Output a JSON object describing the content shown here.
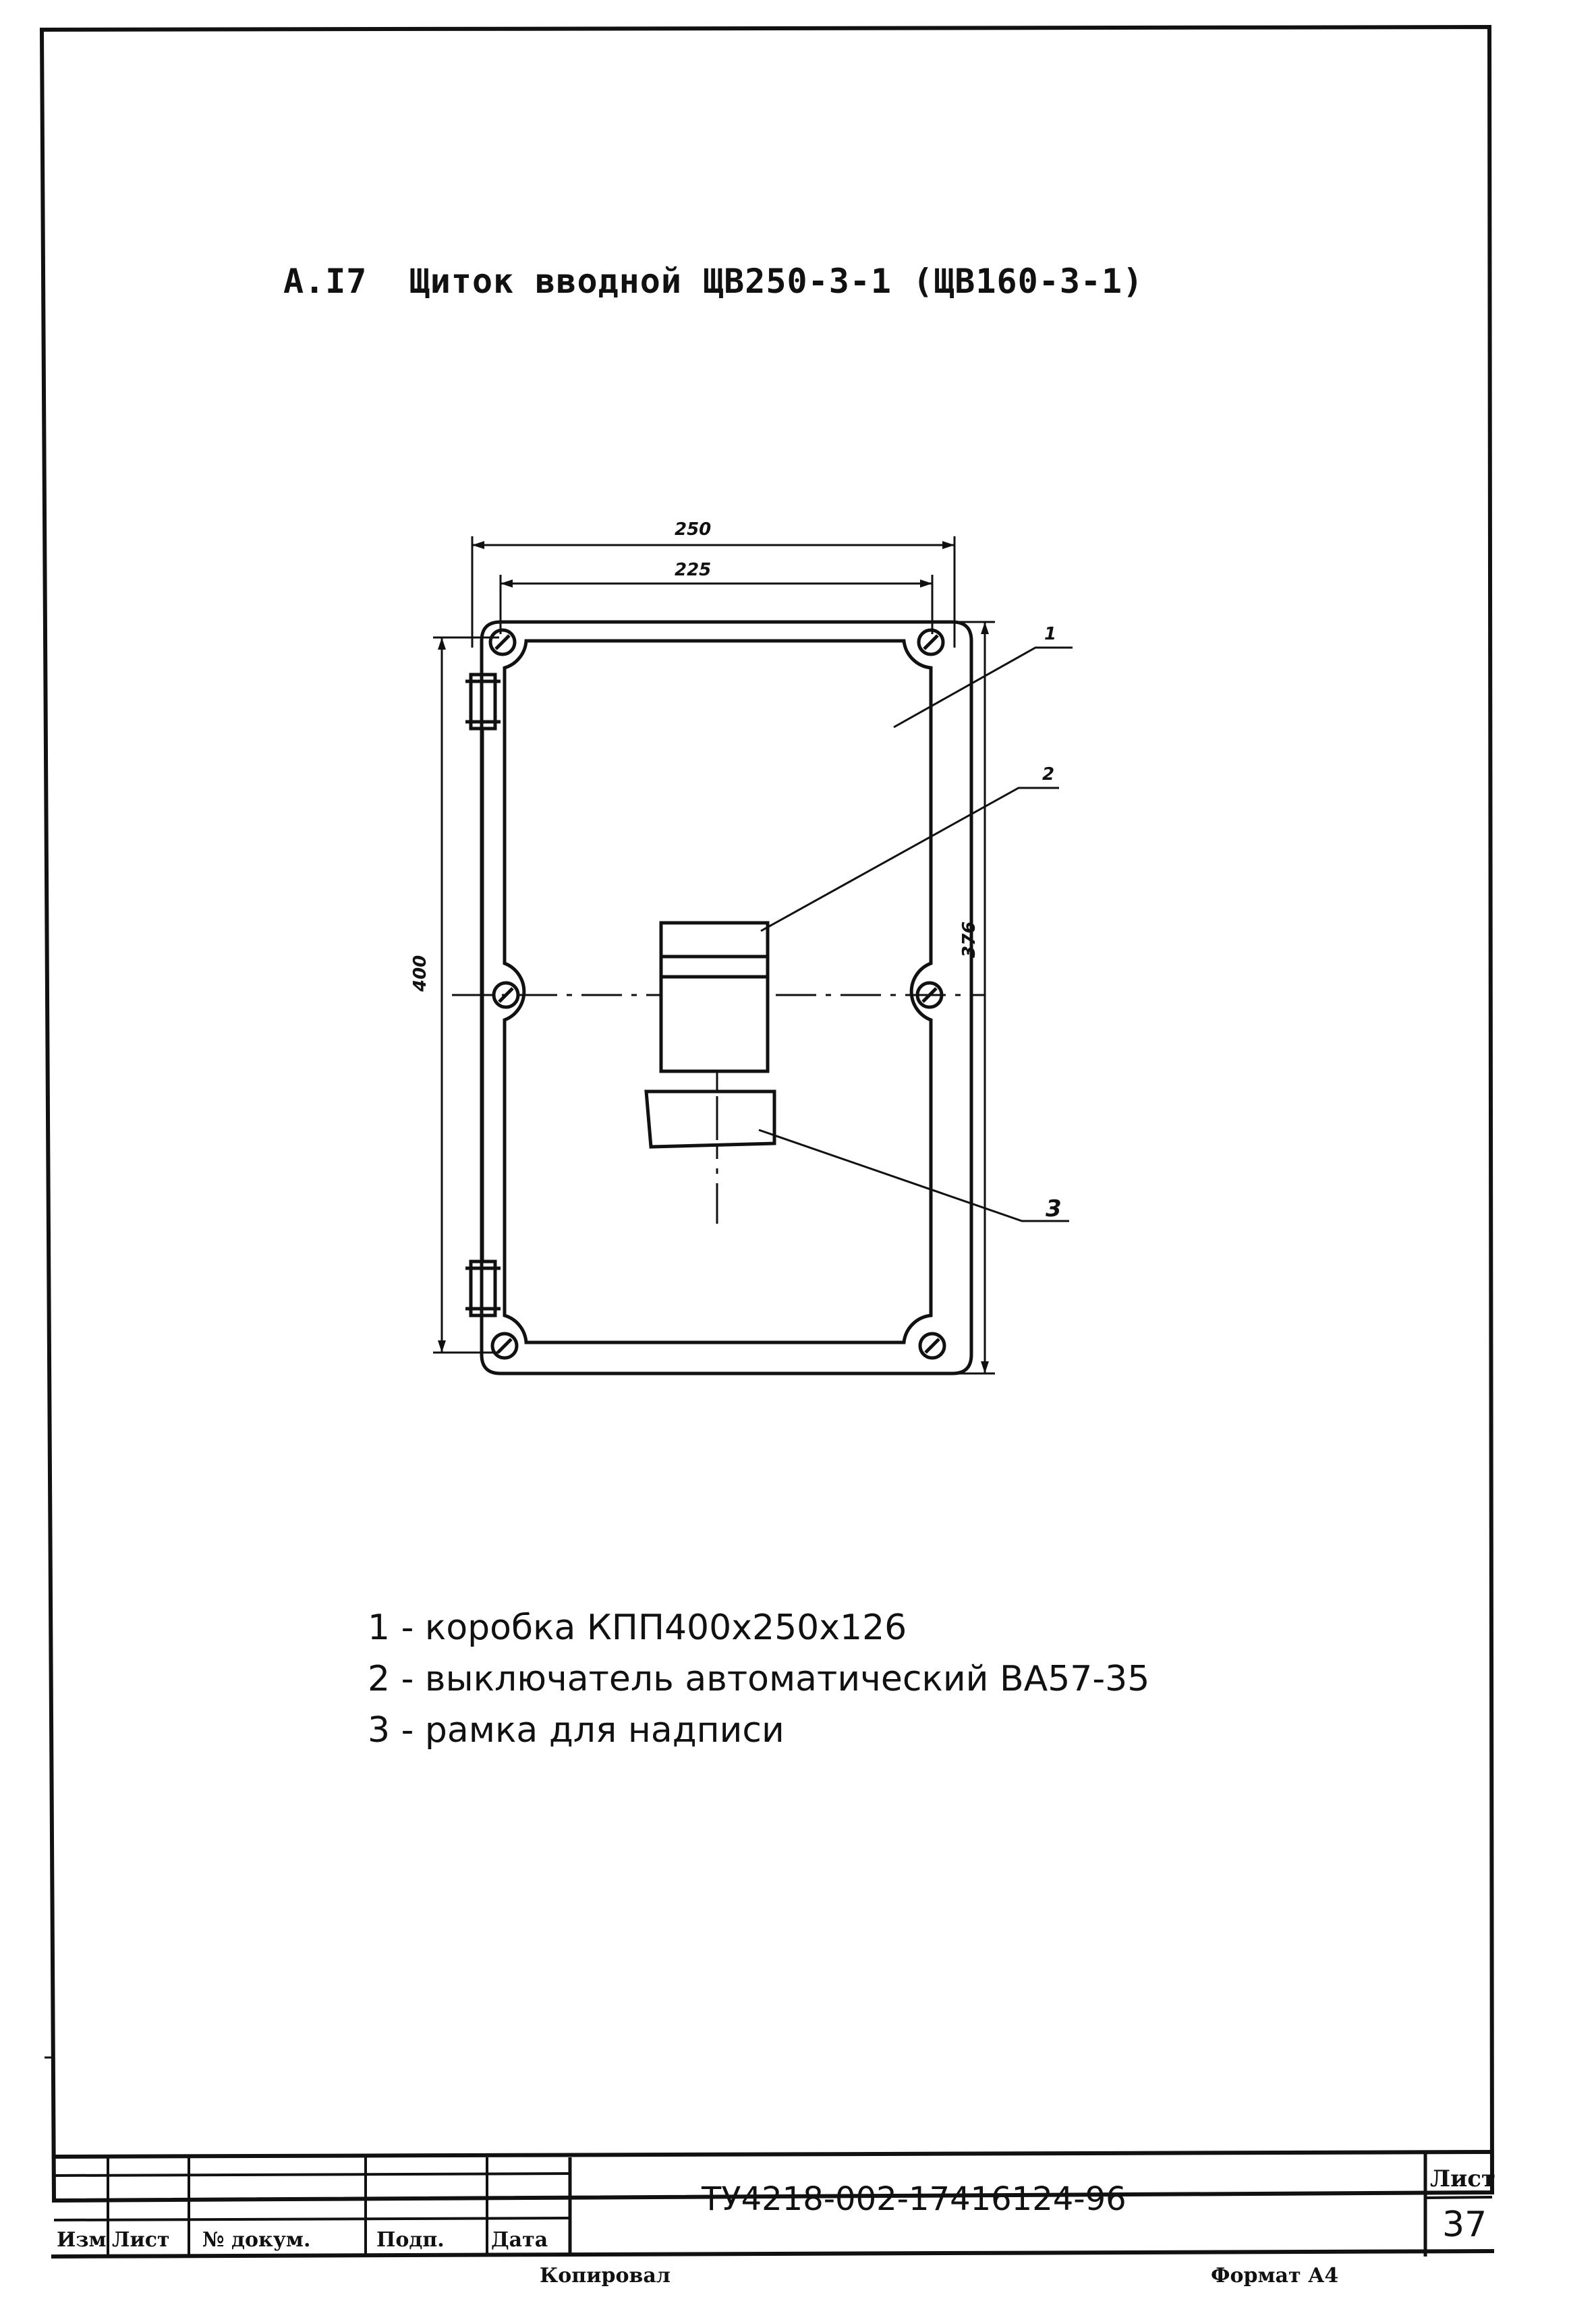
{
  "heading": {
    "number": "А.I7",
    "title": "Щиток вводной ЩВ250-3-1 (ЩВ160-3-1)"
  },
  "drawing": {
    "dims": {
      "outer_width": "250",
      "inner_width": "225",
      "outer_height": "400",
      "inner_height": "376"
    },
    "callouts": [
      "1",
      "2",
      "3"
    ]
  },
  "legend": [
    {
      "num": "1",
      "text": "коробка КПП400х250х126"
    },
    {
      "num": "2",
      "text": "выключатель автоматический ВА57-35"
    },
    {
      "num": "3",
      "text": "рамка для надписи"
    }
  ],
  "title_block": {
    "columns": [
      "Изм",
      "Лист",
      "№ докум.",
      "Подп.",
      "Дата"
    ],
    "document_number": "ТУ4218-002-17416124-96",
    "sheet_label": "Лист",
    "sheet_number": "37"
  },
  "footer": {
    "copied": "Копировал",
    "format": "Формат А4"
  }
}
